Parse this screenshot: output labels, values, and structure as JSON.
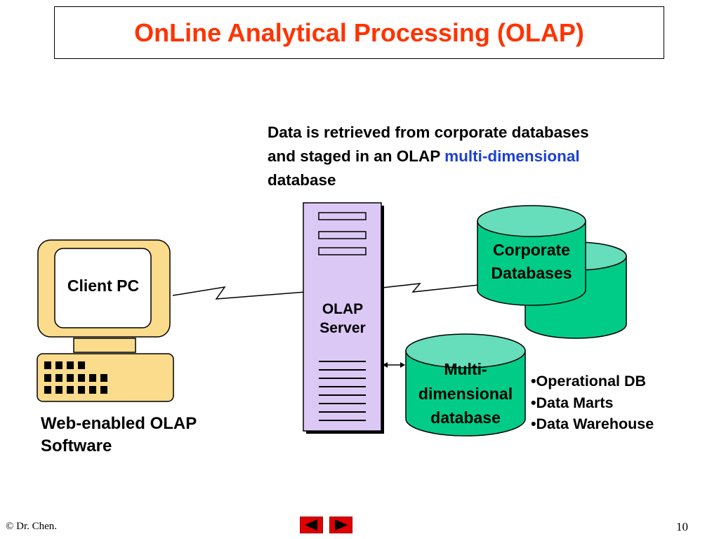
{
  "title": "OnLine Analytical Processing (OLAP)",
  "description": {
    "line1": "Data is retrieved from corporate databases",
    "line2_prefix": "and staged in an OLAP ",
    "line2_highlight": "multi-dimensional",
    "line3": "database"
  },
  "client_pc_label": "Client PC",
  "olap_server": {
    "line1": "OLAP",
    "line2": "Server"
  },
  "corporate_db": {
    "line1": "Corporate",
    "line2": "Databases"
  },
  "multidim_db": {
    "line1": "Multi-",
    "line2": "dimensional",
    "line3": "database"
  },
  "web_software_caption": {
    "line1": "Web-enabled OLAP",
    "line2": "Software"
  },
  "bullets": [
    "•Operational DB",
    "•Data Marts",
    "•Data Warehouse"
  ],
  "footer": {
    "copyright": "© Dr. Chen.",
    "page_number": "10"
  },
  "nav": {
    "prev": "prev-arrow-icon",
    "next": "next-arrow-icon"
  },
  "colors": {
    "title": "#ff3300",
    "highlight": "#1a3fd6",
    "cylinder_fill": "#00cc88",
    "cylinder_top": "#66ddbb",
    "server_fill": "#dcc8f5",
    "pc_fill": "#fbdb8c",
    "nav_button": "#e00000"
  }
}
